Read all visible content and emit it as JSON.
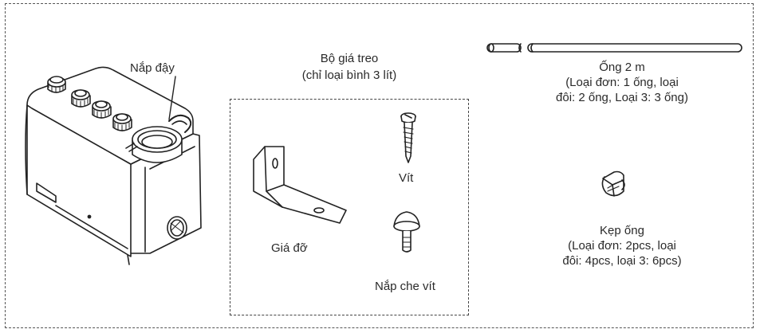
{
  "labels": {
    "lid": "Nắp đậy",
    "hanger_kit_line1": "Bộ giá treo",
    "hanger_kit_line2": "(chỉ loại bình 3 lít)",
    "screw": "Vít",
    "bracket": "Giá đỡ",
    "screw_cap": "Nắp che vít",
    "tube_line1": "Ống 2 m",
    "tube_line2": "(Loại đơn: 1 ống, loại",
    "tube_line3": "đôi: 2 ống, Loại 3: 3 ống)",
    "clamp_line1": "Kẹp ống",
    "clamp_line2": "(Loại đơn: 2pcs, loại",
    "clamp_line3": "đôi: 4pcs, loại 3: 6pcs)"
  },
  "colors": {
    "line": "#222222",
    "border": "#555555"
  }
}
